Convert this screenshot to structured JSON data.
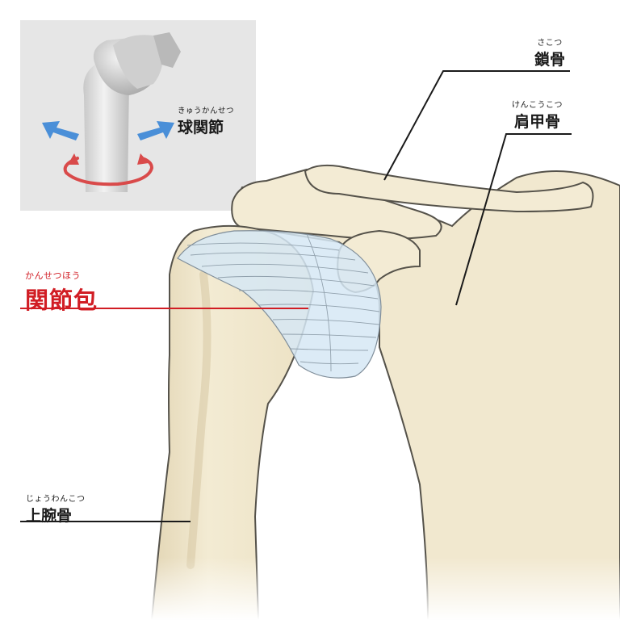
{
  "inset": {
    "label": "球関節",
    "label_ruby": "きゅうかんせつ",
    "arrow_color": "#4a8fd8",
    "rotation_color": "#d94a4a",
    "background": "#e6e6e6"
  },
  "labels": {
    "clavicle": {
      "main": "鎖骨",
      "ruby": "さこつ"
    },
    "scapula": {
      "main": "肩甲骨",
      "ruby": "けんこうこつ"
    },
    "joint_capsule": {
      "main": "関節包",
      "ruby": "かんせつほう",
      "color": "#d11d24"
    },
    "humerus": {
      "main": "上腕骨",
      "ruby": "じょうわんこつ"
    }
  },
  "colors": {
    "bone_fill": "#f1e8cf",
    "bone_stroke": "#55524a",
    "capsule_fill": "#d6e8f4",
    "leader_black": "#1a1a1a",
    "leader_red": "#d11d24"
  }
}
